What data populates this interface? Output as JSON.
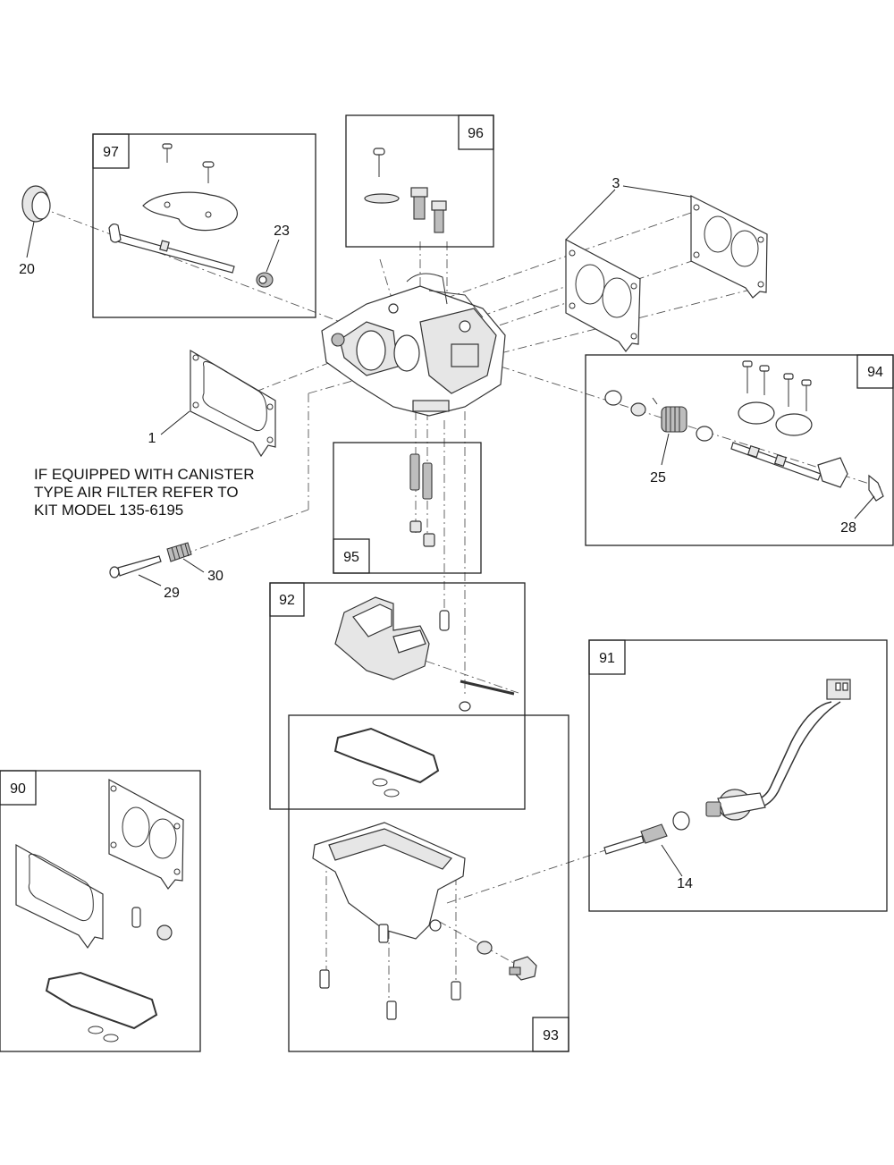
{
  "note": {
    "line1": "IF EQUIPPED WITH CANISTER",
    "line2": "TYPE AIR FILTER REFER TO",
    "line3": "KIT MODEL 135-6195"
  },
  "kits": {
    "k90": "90",
    "k91": "91",
    "k92": "92",
    "k93": "93",
    "k94": "94",
    "k95": "95",
    "k96": "96",
    "k97": "97"
  },
  "callouts": {
    "c1": "1",
    "c3": "3",
    "c14": "14",
    "c20": "20",
    "c23": "23",
    "c25": "25",
    "c28": "28",
    "c29": "29",
    "c30": "30"
  }
}
